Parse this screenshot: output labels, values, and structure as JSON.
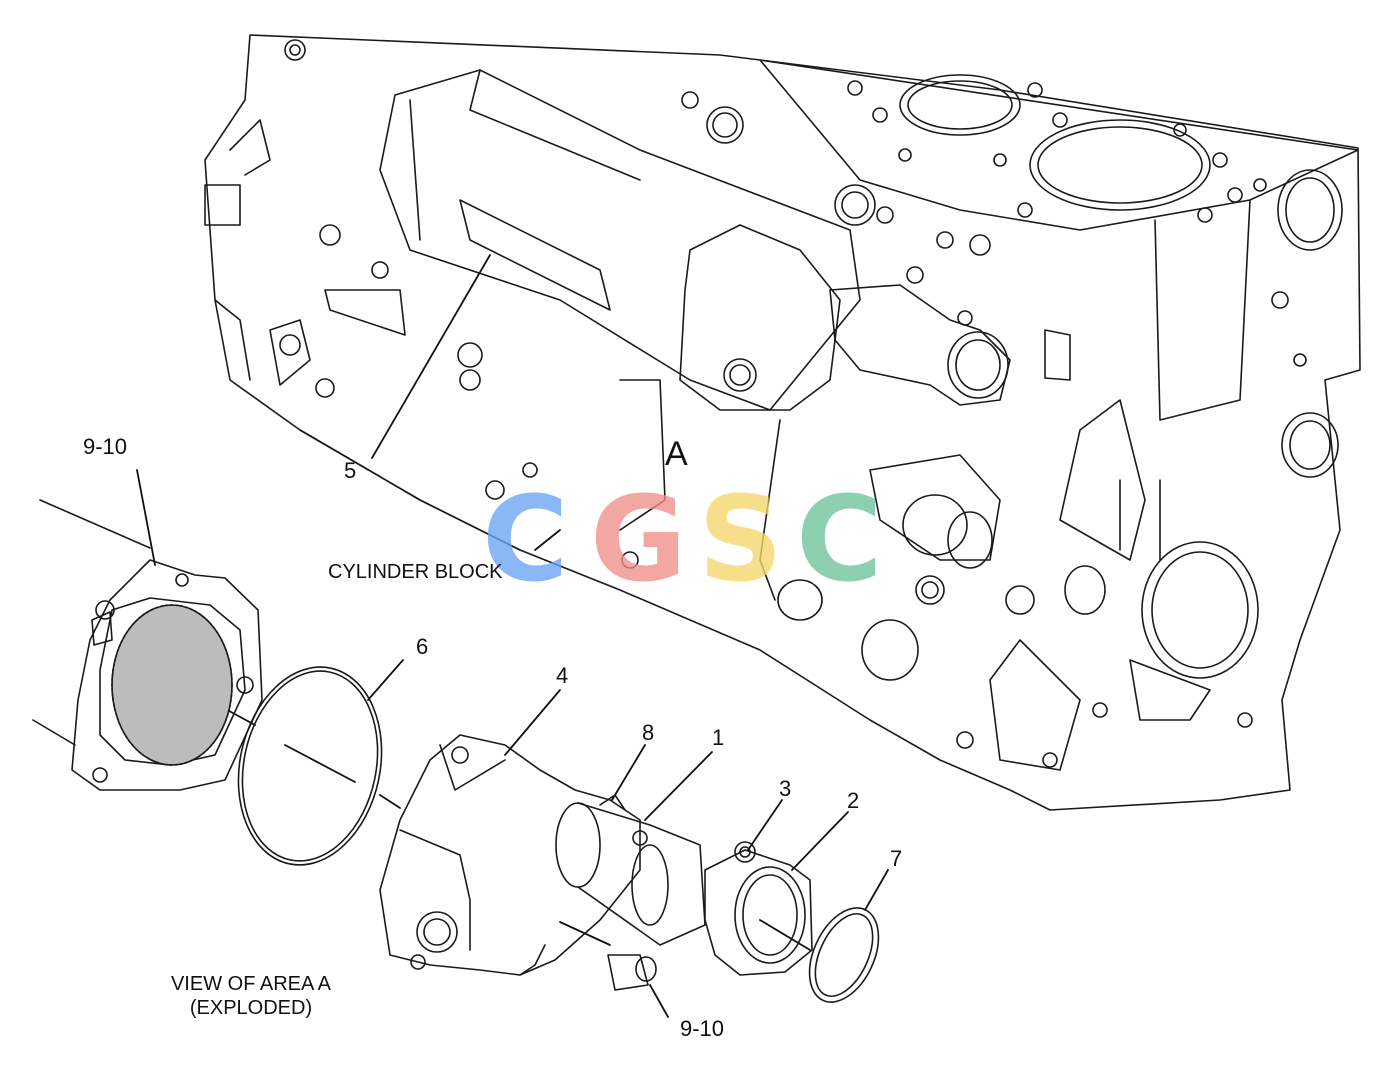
{
  "callouts": {
    "c1": "1",
    "c2": "2",
    "c3": "3",
    "c4": "4",
    "c5": "5",
    "c6": "6",
    "c7": "7",
    "c8": "8",
    "c9_10_top": "9-10",
    "c9_10_bottom": "9-10",
    "area_a": "A"
  },
  "captions": {
    "cylinder_block": "CYLINDER BLOCK",
    "view_line1": "VIEW OF AREA  A",
    "view_line2": "(EXPLODED)"
  },
  "watermark": {
    "letters": [
      "C",
      "G",
      "S",
      "C"
    ],
    "colors": [
      "#6aa5f5",
      "#f08f8a",
      "#f6d66a",
      "#6cc49a"
    ]
  },
  "colors": {
    "line": "#1a1a1a",
    "background": "#ffffff"
  }
}
